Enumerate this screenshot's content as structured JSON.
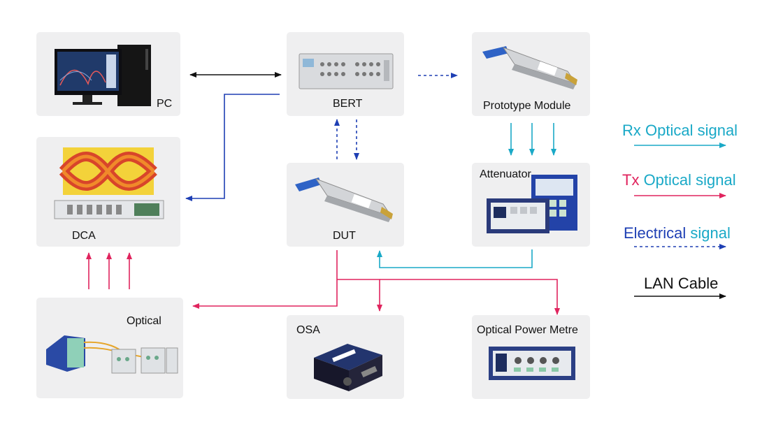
{
  "nodes": {
    "pc": "PC",
    "bert": "BERT",
    "prototype": "Prototype Module",
    "dca": "DCA",
    "dut": "DUT",
    "attenuator": "Attenuator",
    "optical": "Optical",
    "osa": "OSA",
    "power_meter": "Optical Power Metre"
  },
  "legend": {
    "rx": {
      "part1": "Rx",
      "part2": " Optical signal"
    },
    "tx": {
      "part1": "Tx",
      "part2": " Optical signal"
    },
    "electrical": {
      "part1": "Electrical",
      "part2": " signal"
    },
    "lan": "LAN Cable"
  },
  "colors": {
    "rx": "#1aa9c7",
    "tx": "#e0245e",
    "electrical": "#1e3fb4",
    "lan": "#111111",
    "box": "#efeff0"
  }
}
